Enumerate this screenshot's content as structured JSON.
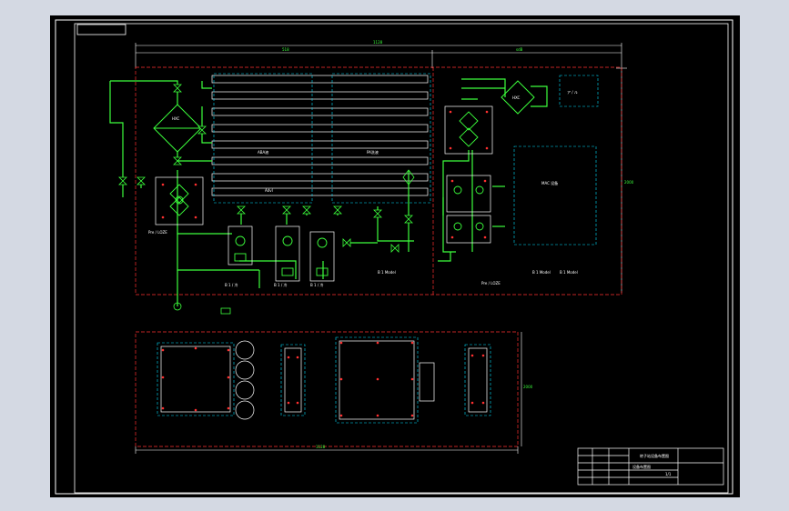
{
  "drawing": {
    "dimensions": {
      "overall_top": "1128",
      "left_part": "518",
      "right_part": "sdB",
      "right_height": "2000",
      "bottom_overall": "1128",
      "bottom_right_height": "2000"
    },
    "labels": {
      "hx_left": "HXC",
      "hx_right": "HXC",
      "tank_mid_left": "ABA液",
      "tank_mid_right": "PA洗液",
      "tank_bottom_label": "Advl",
      "pump_group_a": "Pre / LOZE",
      "pump_group_b": "Pre / LOZE",
      "main_equipment": "MAC 设备",
      "small_box": "ア / ル",
      "note_left": "B 1 Model",
      "note_mid": "B 1 Model",
      "note_right": "B 1 Model",
      "side_label_a": "B 1 / 冷",
      "side_label_b": "B 1 / 冷",
      "side_label_c": "B 1 / 冷"
    },
    "title_block": {
      "title": "转子站设备布置图",
      "subtitle": "设备布置图",
      "sheet": "1/1"
    }
  }
}
